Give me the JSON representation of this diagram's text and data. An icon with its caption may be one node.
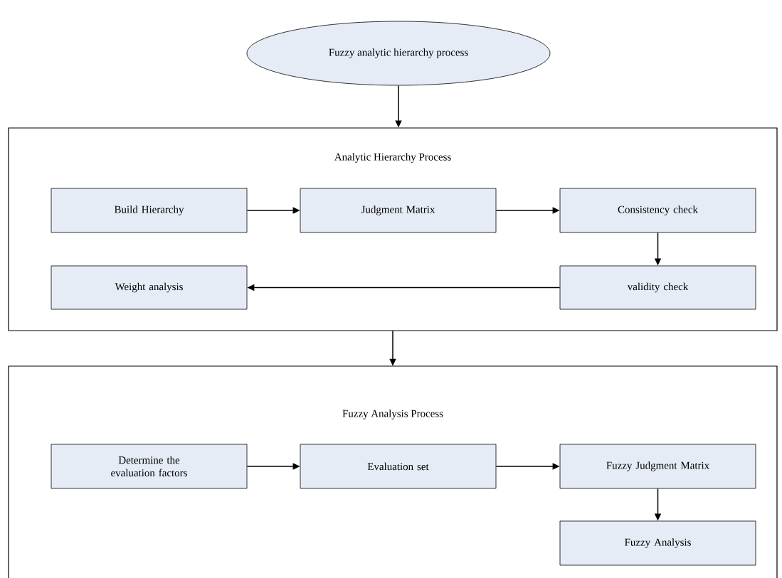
{
  "diagram": {
    "nodes": [
      {
        "text": [
          "Fuzzy analytic hierarchy process"
        ]
      },
      {
        "text": [
          "Analytic Hierarchy Process"
        ]
      },
      {
        "text": [
          "Build Hierarchy"
        ],
        "in": 1
      },
      {
        "text": [
          "Judgment Matrix"
        ],
        "in": 1
      },
      {
        "text": [
          "Consistency check"
        ],
        "in": 1
      },
      {
        "text": [
          "Weight analysis"
        ],
        "in": 1
      },
      {
        "text": [
          "validity check"
        ],
        "in": 1
      },
      {
        "text": [
          "Fuzzy Analysis Process"
        ]
      },
      {
        "text": [
          "Determine the evaluation factors"
        ],
        "in": 7
      },
      {
        "text": [
          "Evaluation set"
        ],
        "in": 7
      },
      {
        "text": [
          "Fuzzy Judgment Matrix"
        ],
        "in": 7
      },
      {
        "text": [
          "Fuzzy Analysis"
        ],
        "in": 7
      }
    ],
    "edges": [
      {
        "from": 0,
        "to": 1,
        "arrow": "to"
      },
      {
        "from": 2,
        "to": 3,
        "arrow": "to"
      },
      {
        "from": 3,
        "to": 4,
        "arrow": "to"
      },
      {
        "from": 4,
        "to": 6,
        "arrow": "to"
      },
      {
        "from": 6,
        "to": 5,
        "arrow": "to"
      },
      {
        "from": 1,
        "to": 7,
        "arrow": "to"
      },
      {
        "from": 8,
        "to": 9,
        "arrow": "to"
      },
      {
        "from": 9,
        "to": 10,
        "arrow": "to"
      },
      {
        "from": 10,
        "to": 11,
        "arrow": "to"
      }
    ]
  }
}
